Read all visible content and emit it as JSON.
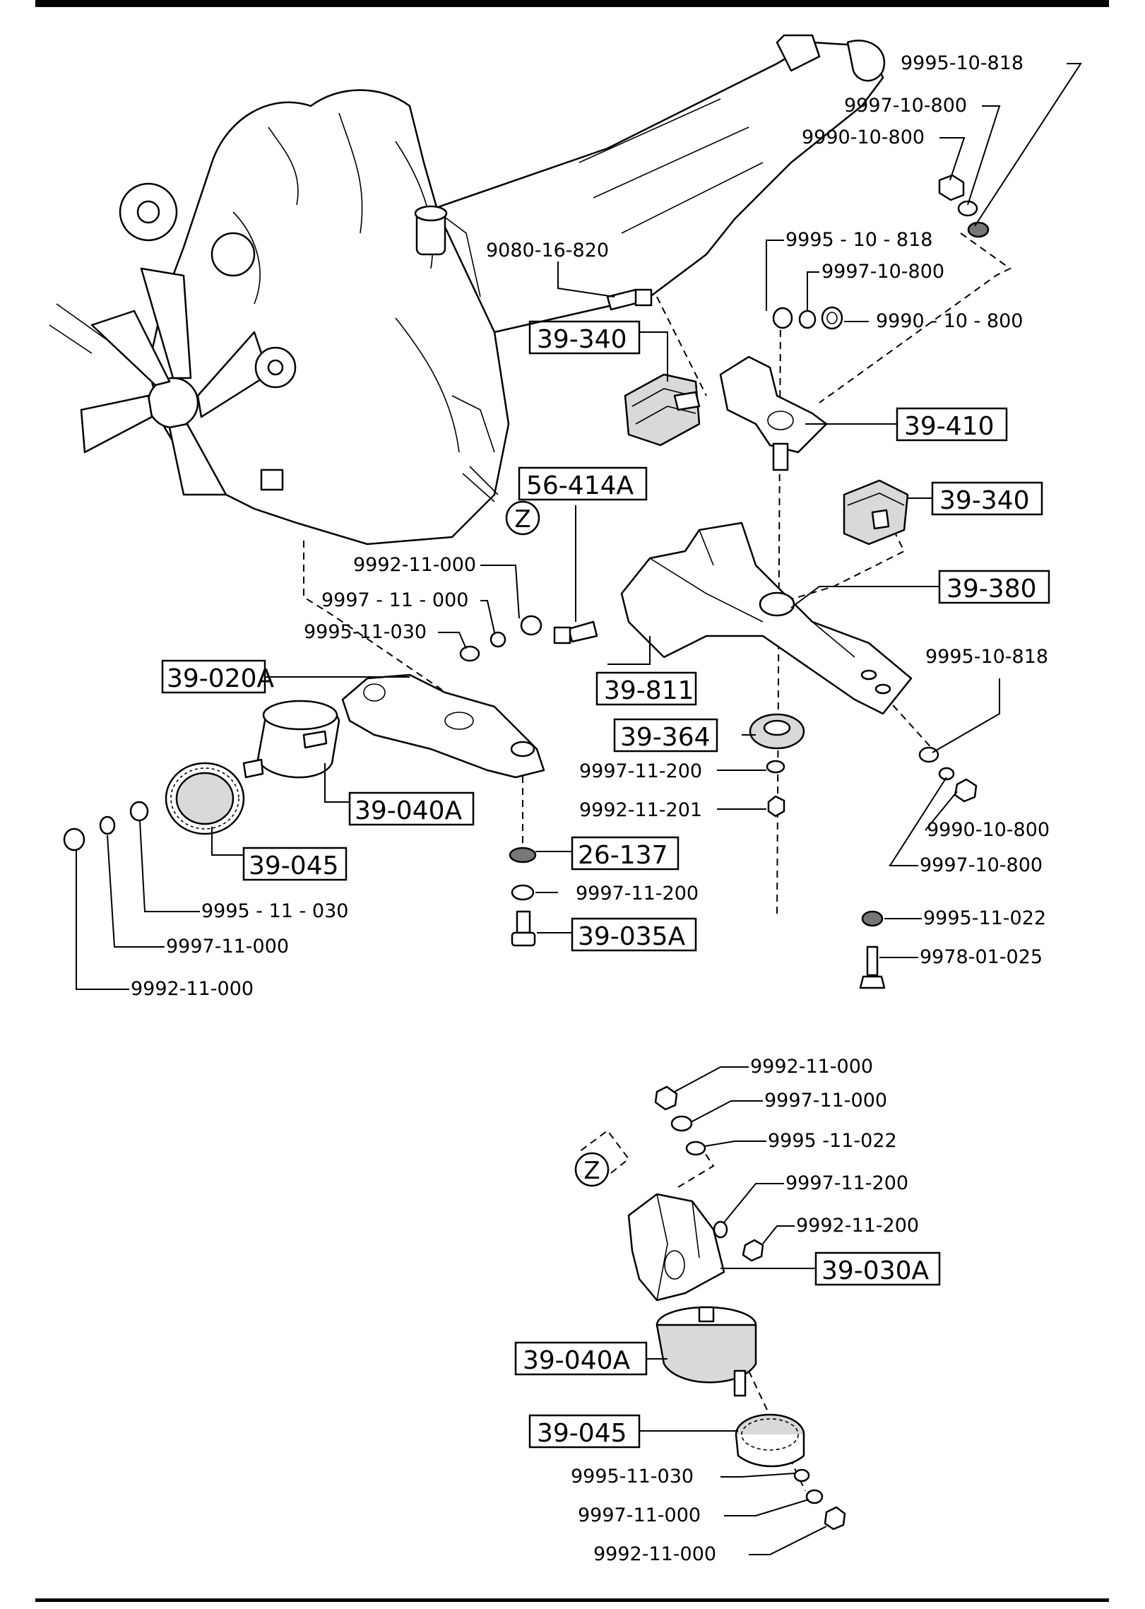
{
  "labels": {
    "l01": "9995-10-818",
    "l02": "9997-10-800",
    "l03": "9990-10-800",
    "l04": "9080-16-820",
    "l05": "9995 - 10 - 818",
    "l06": "9997-10-800",
    "l07": "9990 - 10 - 800",
    "l08": "9992-11-000",
    "l09": "9997 - 11 - 000",
    "l10": "9995-11-030",
    "l11": "9995-10-818",
    "l12": "9997-11-200",
    "l13": "9992-11-201",
    "l14": "9990-10-800",
    "l15": "9997-10-800",
    "l16": "9997-11-200",
    "l17": "9995-11-022",
    "l18": "9978-01-025",
    "l19": "9995 - 11 - 030",
    "l20": "9997-11-000",
    "l21": "9992-11-000",
    "l22": "9992-11-000",
    "l23": "9997-11-000",
    "l24": "9995 -11-022",
    "l25": "9997-11-200",
    "l26": "9992-11-200",
    "l27": "9995-11-030",
    "l28": "9997-11-000",
    "l29": "9992-11-000"
  },
  "boxed": {
    "b01": "39-340",
    "b02": "39-410",
    "b03": "39-340",
    "b04": "56-414A",
    "b05": "39-380",
    "b06": "39-020A",
    "b07": "39-811",
    "b08": "39-364",
    "b09": "39-040A",
    "b10": "39-045",
    "b11": "26-137",
    "b12": "39-035A",
    "b13": "39-030A",
    "b14": "39-040A",
    "b15": "39-045"
  },
  "markers": {
    "z_top": "Z",
    "z_bottom": "Z"
  }
}
